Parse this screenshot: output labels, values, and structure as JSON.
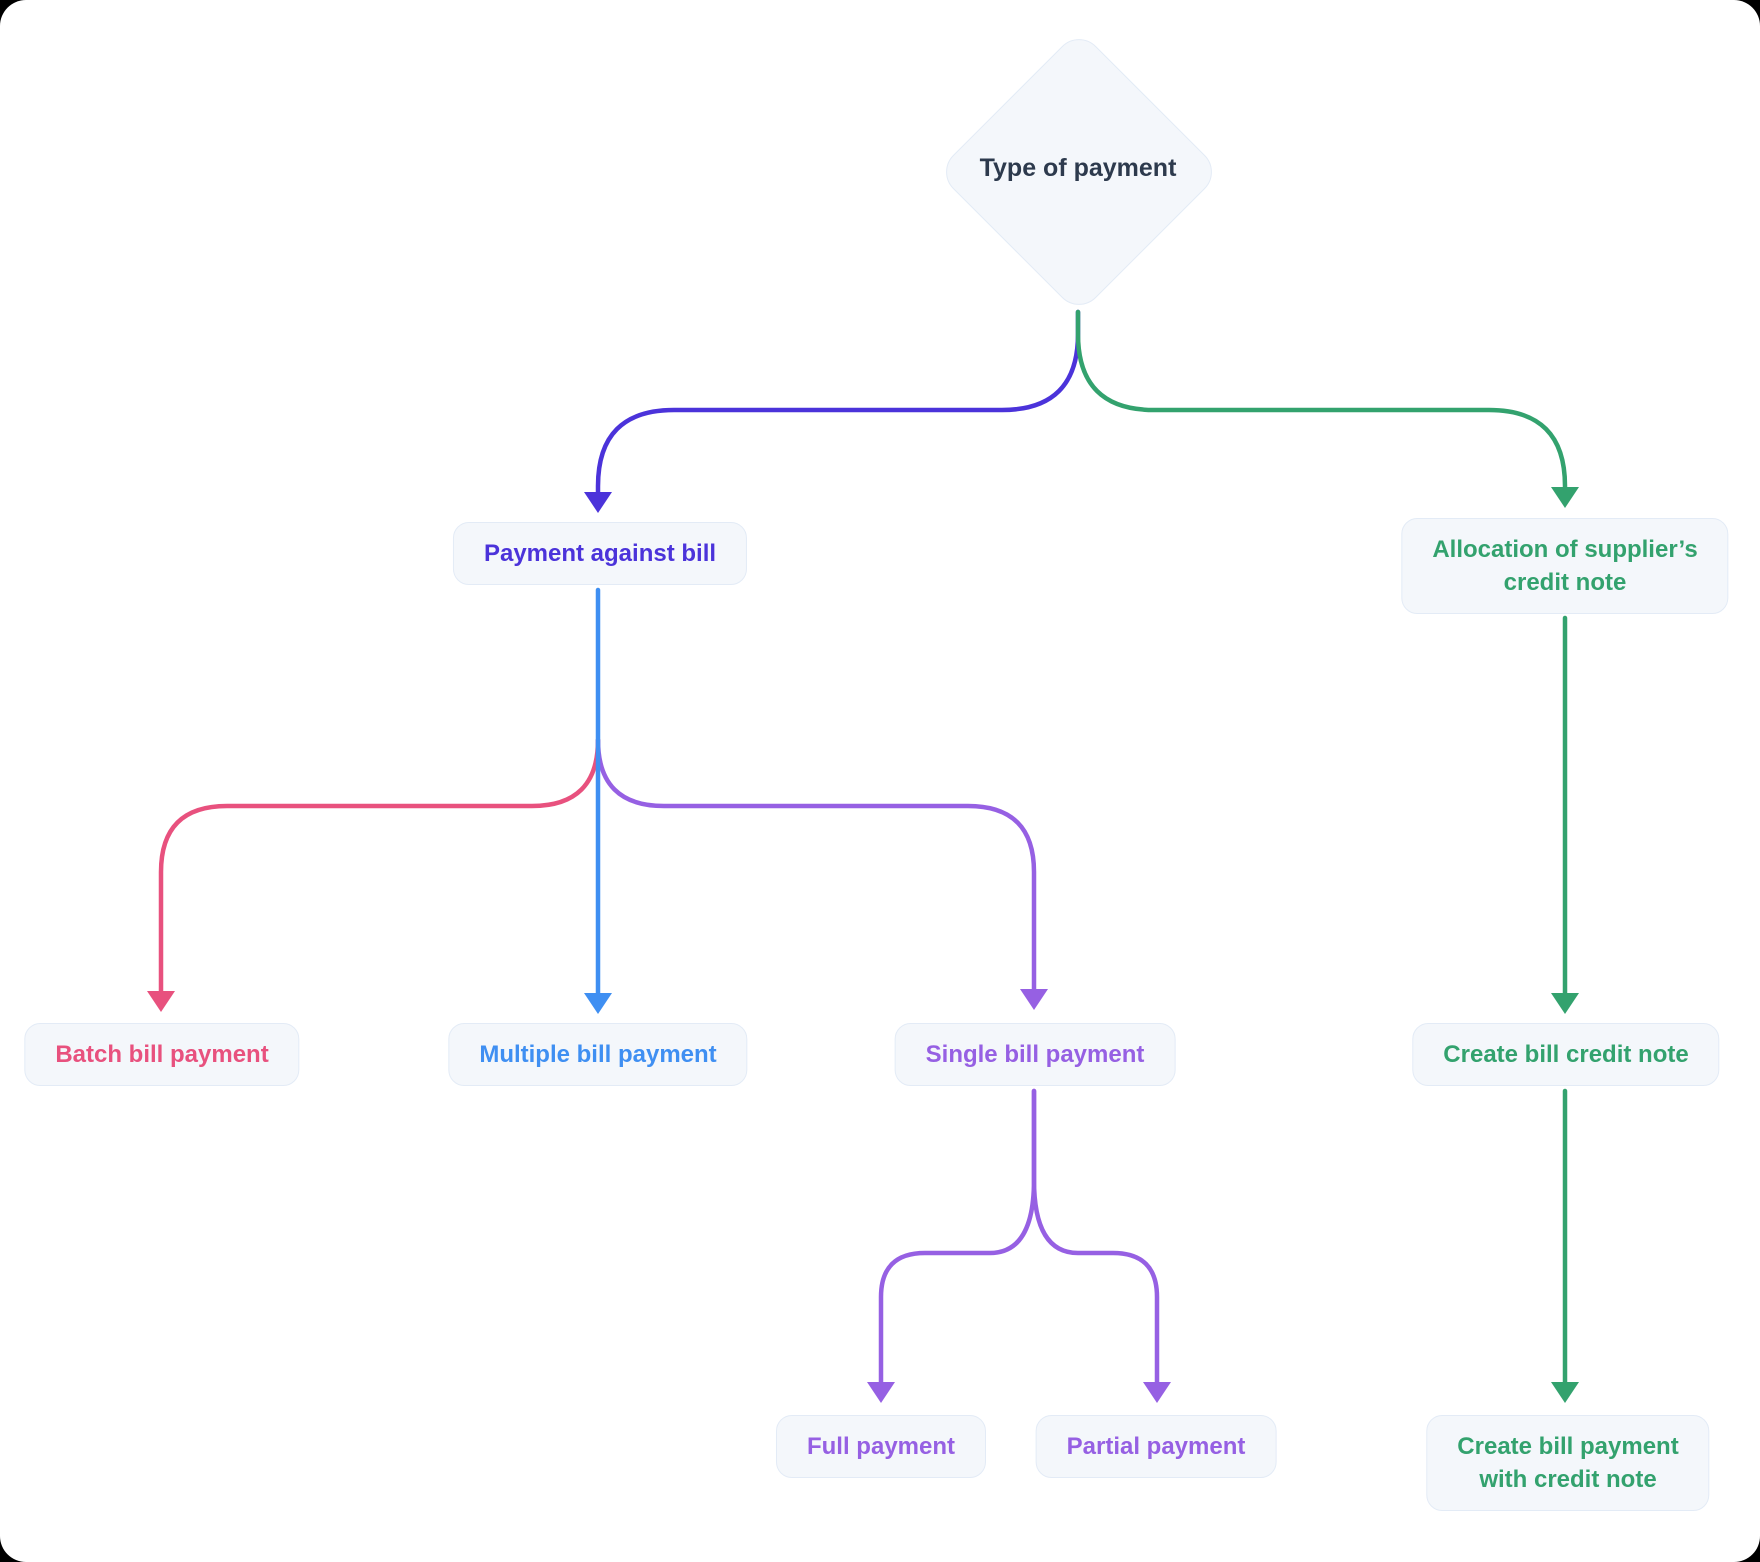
{
  "page": {
    "background": "#000000",
    "canvas_background": "#FFFFFF"
  },
  "colors": {
    "indigo": "#4B33DA",
    "green": "#33A26E",
    "blue": "#3F8FF2",
    "pink": "#E8517E",
    "purple": "#9660E3",
    "node_fill": "#F4F7FB",
    "node_border": "#E3EBF6",
    "decision_text": "#2D3A4D"
  },
  "nodes": {
    "type_of_payment": {
      "label": "Type of payment",
      "shape": "diamond"
    },
    "payment_against_bill": {
      "label": "Payment against bill"
    },
    "allocation_of_suppliers_credit_note": {
      "label": "Allocation of supplier’s\ncredit note"
    },
    "batch_bill_payment": {
      "label": "Batch bill payment"
    },
    "multiple_bill_payment": {
      "label": "Multiple bill payment"
    },
    "single_bill_payment": {
      "label": "Single bill payment"
    },
    "create_bill_credit_note": {
      "label": "Create bill credit note"
    },
    "full_payment": {
      "label": "Full payment"
    },
    "partial_payment": {
      "label": "Partial payment"
    },
    "create_bill_payment_with_credit_note": {
      "label": "Create bill payment\nwith credit note"
    }
  }
}
